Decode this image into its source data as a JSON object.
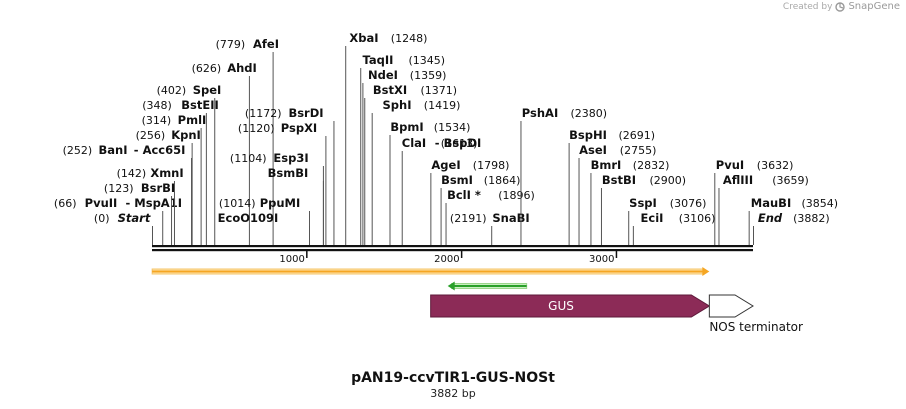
{
  "brand": {
    "created_by": "Created by",
    "name": "SnapGene"
  },
  "plasmid": {
    "name": "pAN19-ccvTIR1-GUS-NOSt",
    "size_label": "3882 bp",
    "length": 3882
  },
  "ruler_ticks": [
    {
      "bp": 1000,
      "label": "1000"
    },
    {
      "bp": 2000,
      "label": "2000"
    },
    {
      "bp": 3000,
      "label": "3000"
    }
  ],
  "features": [
    {
      "name": "ORF",
      "type": "orf",
      "start": 1,
      "end": 3600,
      "strand": 1,
      "color": "#f5a623",
      "label": ""
    },
    {
      "name": "green-orf",
      "type": "orf",
      "start": 1910,
      "end": 2420,
      "strand": -1,
      "color": "#2aa02a",
      "label": ""
    },
    {
      "name": "GUS",
      "type": "cds",
      "start": 1800,
      "end": 3600,
      "strand": 1,
      "color": "#8c2b57",
      "label": "GUS"
    },
    {
      "name": "NOS terminator",
      "type": "terminator",
      "start": 3600,
      "end": 3882,
      "strand": 1,
      "color": "#ffffff",
      "label": "NOS terminator"
    }
  ],
  "sites": [
    {
      "label": "Start",
      "pos_text": "(0)",
      "bp": 0,
      "italic": true
    },
    {
      "label": "PvuII",
      "pos_text": "(66)",
      "bp": 66,
      "extra": "- MspA1I"
    },
    {
      "label": "BsrBI",
      "pos_text": "(123)",
      "bp": 123
    },
    {
      "label": "XmnI",
      "pos_text": "(142)",
      "bp": 142
    },
    {
      "label": "BanI",
      "pos_text": "(252)",
      "bp": 252,
      "extra": "- Acc65I"
    },
    {
      "label": "KpnI",
      "pos_text": "(256)",
      "bp": 256
    },
    {
      "label": "PmlI",
      "pos_text": "(314)",
      "bp": 314
    },
    {
      "label": "BstEII",
      "pos_text": "(348)",
      "bp": 348
    },
    {
      "label": "SpeI",
      "pos_text": "(402)",
      "bp": 402
    },
    {
      "label": "AhdI",
      "pos_text": "(626)",
      "bp": 626
    },
    {
      "label": "AfeI",
      "pos_text": "(779)",
      "bp": 779
    },
    {
      "label": "EcoO109I",
      "pos_text": "",
      "bp": 1014
    },
    {
      "label": "PpuMI",
      "pos_text": "(1014)",
      "bp": 1014
    },
    {
      "label": "BsmBI",
      "pos_text": "",
      "bp": 1104
    },
    {
      "label": "Esp3I",
      "pos_text": "(1104)",
      "bp": 1104
    },
    {
      "label": "PspXI",
      "pos_text": "(1120)",
      "bp": 1120
    },
    {
      "label": "BsrDI",
      "pos_text": "(1172)",
      "bp": 1172
    },
    {
      "label": "XbaI",
      "pos_text": "(1248)",
      "bp": 1248
    },
    {
      "label": "TaqII",
      "pos_text": "(1345)",
      "bp": 1345
    },
    {
      "label": "NdeI",
      "pos_text": "(1359)",
      "bp": 1359
    },
    {
      "label": "BstXI",
      "pos_text": "(1371)",
      "bp": 1371
    },
    {
      "label": "SphI",
      "pos_text": "(1419)",
      "bp": 1419
    },
    {
      "label": "BpmI",
      "pos_text": "(1534)",
      "bp": 1534
    },
    {
      "label": "ClaI",
      "pos_text": "(1613)",
      "bp": 1613,
      "extra": "- BspDI"
    },
    {
      "label": "AgeI",
      "pos_text": "(1798)",
      "bp": 1798
    },
    {
      "label": "BsmI",
      "pos_text": "(1864)",
      "bp": 1864
    },
    {
      "label": "BclI *",
      "pos_text": "(1896)",
      "bp": 1896
    },
    {
      "label": "SnaBI",
      "pos_text": "(2191)",
      "bp": 2191
    },
    {
      "label": "PshAI",
      "pos_text": "(2380)",
      "bp": 2380
    },
    {
      "label": "BspHI",
      "pos_text": "(2691)",
      "bp": 2691
    },
    {
      "label": "AseI",
      "pos_text": "(2755)",
      "bp": 2755
    },
    {
      "label": "BmrI",
      "pos_text": "(2832)",
      "bp": 2832
    },
    {
      "label": "BstBI",
      "pos_text": "(2900)",
      "bp": 2900
    },
    {
      "label": "SspI",
      "pos_text": "(3076)",
      "bp": 3076
    },
    {
      "label": "EciI",
      "pos_text": "(3106)",
      "bp": 3106
    },
    {
      "label": "PvuI",
      "pos_text": "(3632)",
      "bp": 3632
    },
    {
      "label": "AflIII",
      "pos_text": "(3659)",
      "bp": 3659
    },
    {
      "label": "MauBI",
      "pos_text": "(3854)",
      "bp": 3854
    },
    {
      "label": "End",
      "pos_text": "(3882)",
      "bp": 3882,
      "italic": true
    }
  ]
}
